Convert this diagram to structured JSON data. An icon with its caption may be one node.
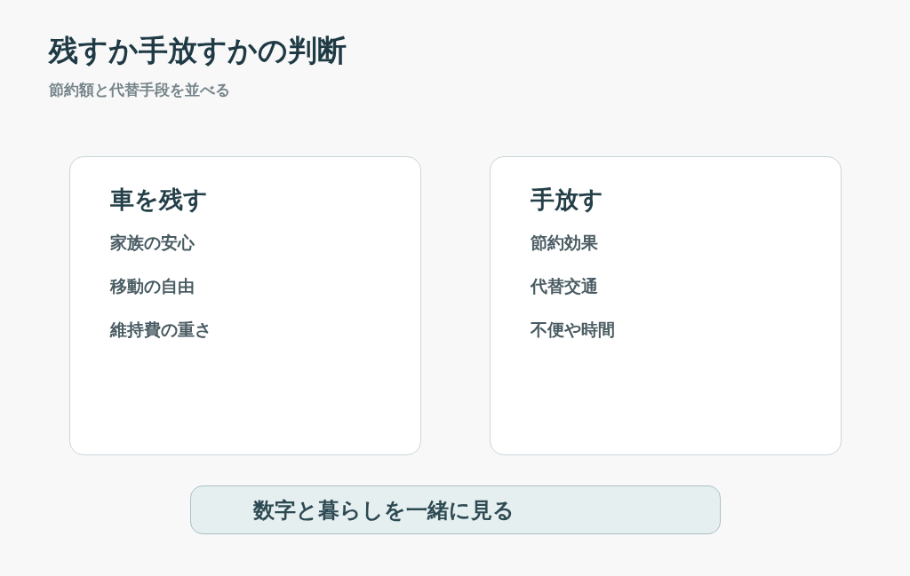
{
  "diagram": {
    "title": "残すか手放すかの判断",
    "caption": "節約額と代替手段を並べる",
    "nodes": [
      {
        "text": [
          "車を残す",
          "家族の安心",
          "移動の自由",
          "維持費の重さ"
        ]
      },
      {
        "text": [
          "手放す",
          "節約効果",
          "代替交通",
          "不便や時間"
        ]
      },
      {
        "text": [
          "数字と暮らしを一緒に見る"
        ]
      }
    ],
    "edges": []
  }
}
